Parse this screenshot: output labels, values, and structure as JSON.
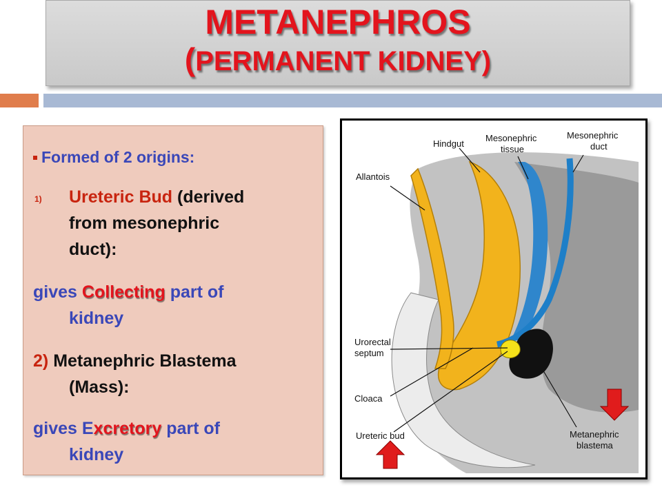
{
  "title": {
    "main": "METANEPHROS",
    "sub_open": "(",
    "sub_text": "PERMANENT KIDNEY)"
  },
  "text_panel": {
    "heading": "Formed of 2 origins:",
    "item1_number": "1)",
    "item1_name": "Ureteric Bud",
    "item1_rest_line1": "(derived",
    "item1_line2": "from mesonephric",
    "item1_line3": "duct):",
    "gives1_prefix": "gives",
    "gives1_emph": "Collecting",
    "gives1_suffix": "part of",
    "gives1_line2": "kidney",
    "item2_number": "2)",
    "item2_line1": "Metanephric Blastema",
    "item2_line2": "(Mass):",
    "gives2_prefix": "gives",
    "gives2_emph_first": "E",
    "gives2_emph_rest": "xcretory",
    "gives2_suffix": "part of",
    "gives2_line2": "kidney"
  },
  "diagram": {
    "labels": {
      "hindgut": "Hindgut",
      "mesonephric_tissue_1": "Mesonephric",
      "mesonephric_tissue_2": "tissue",
      "mesonephric_duct_1": "Mesonephric",
      "mesonephric_duct_2": "duct",
      "allantois": "Allantois",
      "urorectal_1": "Urorectal",
      "urorectal_2": "septum",
      "cloaca": "Cloaca",
      "ureteric_bud": "Ureteric bud",
      "metanephric_1": "Metanephric",
      "metanephric_2": "blastema"
    },
    "colors": {
      "yellow": "#f2b31c",
      "blue": "#1e7fc8",
      "gray": "#b3b3b3",
      "arrow": "#e01c1c"
    }
  }
}
